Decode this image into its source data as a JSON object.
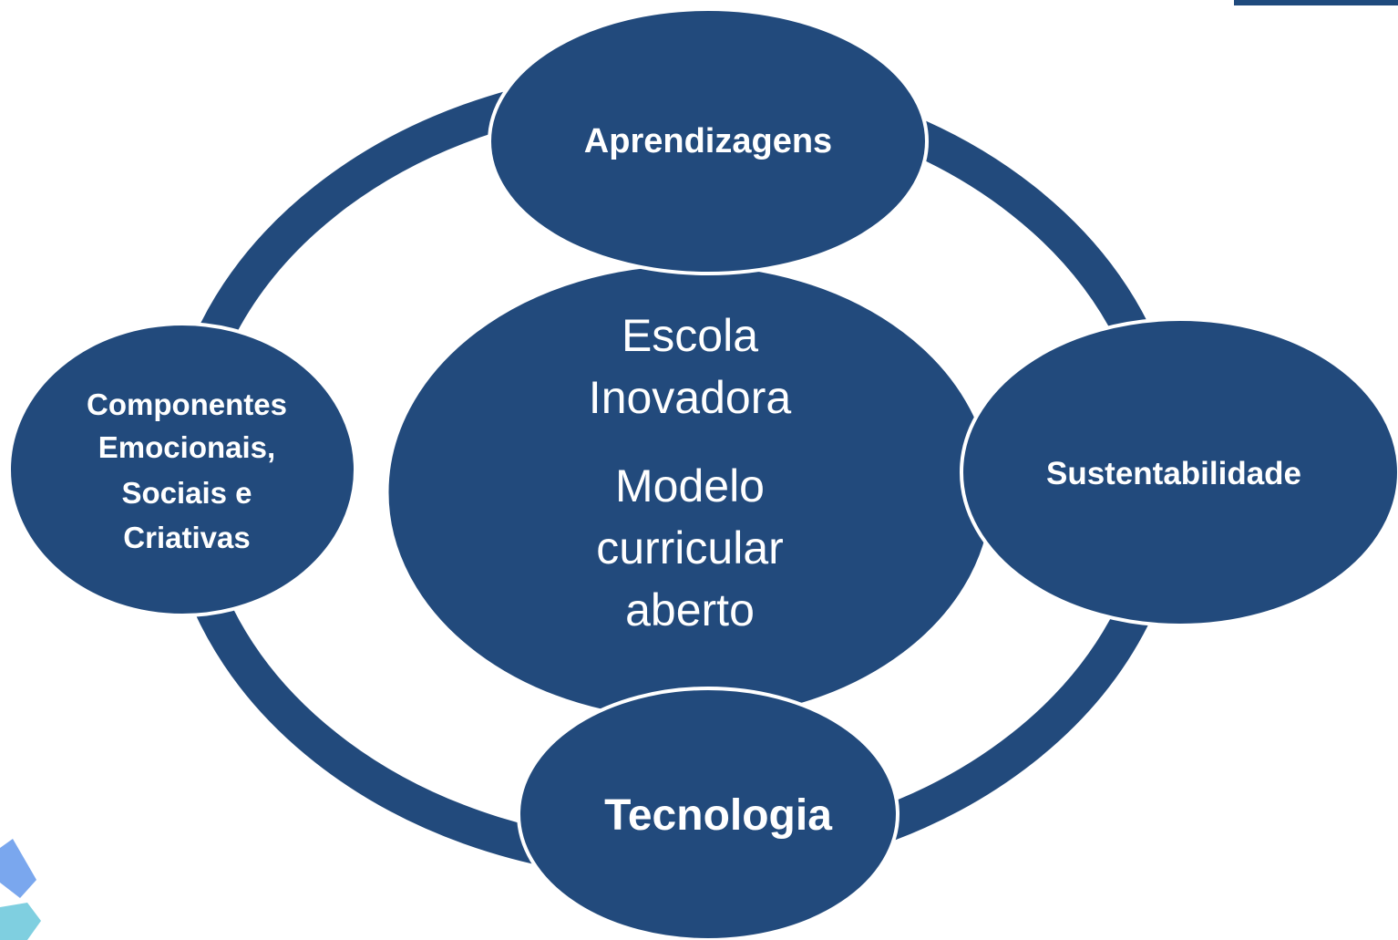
{
  "colors": {
    "node_fill": "#224a7c",
    "ring": "#224a7c",
    "node_stroke": "#ffffff",
    "text": "#ffffff",
    "deco_blue": "#7aa7ee",
    "deco_teal": "#7fcfe0"
  },
  "center": {
    "line1": "Escola",
    "line2": "Inovadora",
    "line3": "Modelo",
    "line4": "curricular",
    "line5": "aberto"
  },
  "nodes": {
    "top": {
      "label": "Aprendizagens"
    },
    "right": {
      "label": "Sustentabilidade"
    },
    "bottom": {
      "label": "Tecnologia"
    },
    "left": {
      "line1": "Componentes",
      "line2": "Emocionais,",
      "line3": "Sociais e",
      "line4": "Criativas"
    }
  },
  "decorations": [
    "logo-fragment",
    "corner-shape-blue",
    "corner-shape-teal"
  ]
}
